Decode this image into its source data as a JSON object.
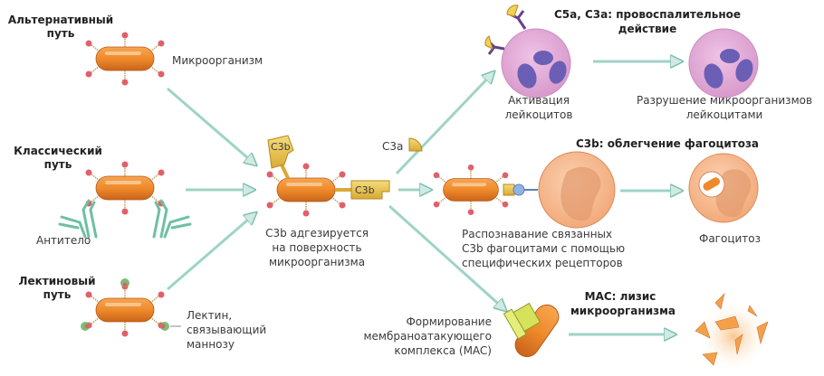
{
  "title": "Complement activation pathways",
  "pathways": {
    "alternative": "Альтернативный\nпуть",
    "classical": "Классический\nпуть",
    "lectin": "Лектиновый\nпуть"
  },
  "labels": {
    "microorganism": "Микроорганизм",
    "antibody": "Антитело",
    "mannose_lectin": "Лектин,\nсвязывающий\nманнозу",
    "c3b_tag": "C3b",
    "c3b_tag_right": "C3b",
    "c3a": "C3a",
    "c3b_adheres": "C3b адгезируется\nна поверхность\nмикроорганизма",
    "c5a_c3a_heading": "C5a, C3a: провоспалительное\nдействие",
    "leukocyte_activation": "Активация\nлейкоцитов",
    "leukocyte_destruction": "Разрушение микроорганизмов\nлейкоцитами",
    "c3b_phagocytosis_heading": "C3b: облегчение фагоцитоза",
    "recognition": "Распознавание связанных\nC3b фагоцитами с помощью\nспецифических рецепторов",
    "phagocytosis": "Фагоцитоз",
    "mac_formation": "Формирование\nмембраноатакующего\nкомплекса (MAC)",
    "mac_lysis_heading": "MAC: лизис\nмикроорганизма"
  },
  "colors": {
    "arrow": "#9fd3c7",
    "bacterium": "#ee8a2a",
    "receptor": "#e0606a",
    "antibody": "#6fbfa4",
    "c3b": "#e8c24a",
    "leukocyte": "#e3a6d6",
    "nucleus": "#6b5fb5",
    "phagocyte": "#f5b98e",
    "lectin": "#6cb86a"
  }
}
